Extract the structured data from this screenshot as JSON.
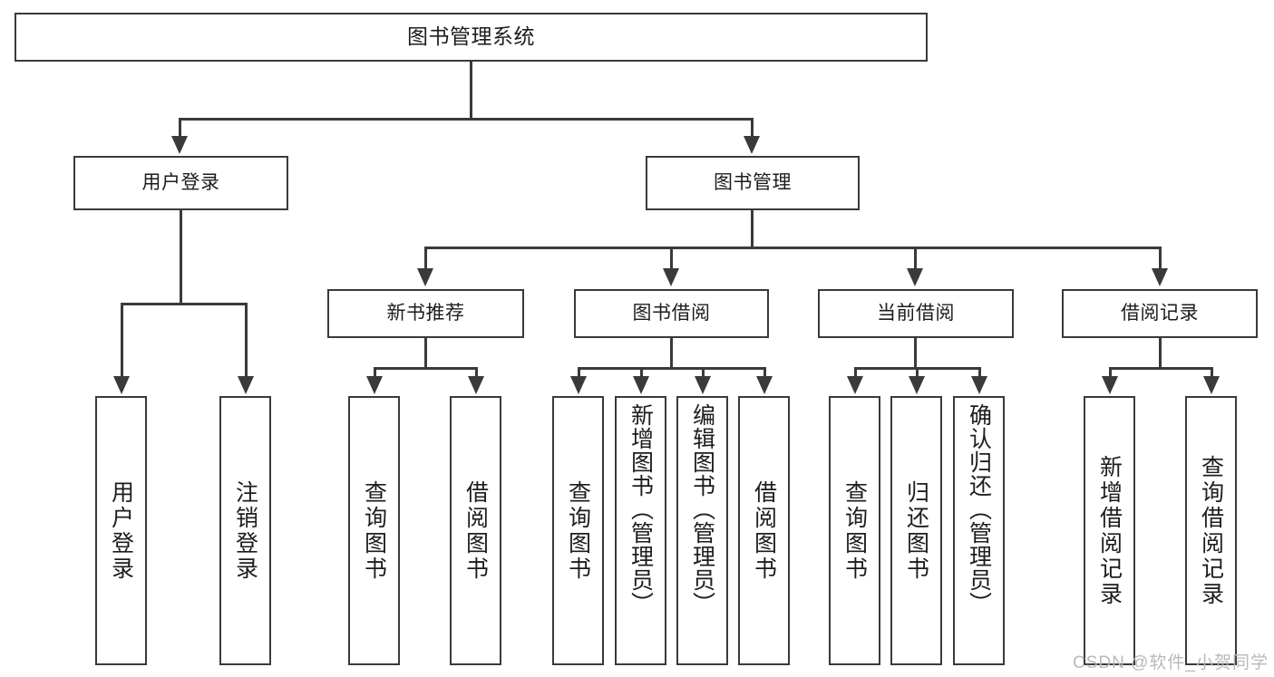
{
  "diagram": {
    "title": "图书管理系统",
    "type": "hierarchy-tree",
    "root": {
      "label": "图书管理系统"
    },
    "level2": [
      {
        "id": "user-login",
        "label": "用户登录"
      },
      {
        "id": "book-manage",
        "label": "图书管理"
      }
    ],
    "level3": [
      {
        "id": "new-book",
        "label": "新书推荐"
      },
      {
        "id": "borrow",
        "label": "图书借阅"
      },
      {
        "id": "current",
        "label": "当前借阅"
      },
      {
        "id": "history",
        "label": "借阅记录"
      }
    ],
    "leaves": [
      {
        "id": "leaf-user-login",
        "label": "用户登录",
        "parent": "user-login"
      },
      {
        "id": "leaf-logout",
        "label": "注销登录",
        "parent": "user-login"
      },
      {
        "id": "leaf-query-book-1",
        "label": "查询图书",
        "parent": "new-book"
      },
      {
        "id": "leaf-borrow-book-1",
        "label": "借阅图书",
        "parent": "new-book"
      },
      {
        "id": "leaf-query-book-2",
        "label": "查询图书",
        "parent": "borrow"
      },
      {
        "id": "leaf-add-book",
        "label": "新增图书（管理员）",
        "parent": "borrow"
      },
      {
        "id": "leaf-edit-book",
        "label": "编辑图书（管理员）",
        "parent": "borrow"
      },
      {
        "id": "leaf-borrow-book-2",
        "label": "借阅图书",
        "parent": "borrow"
      },
      {
        "id": "leaf-query-book-3",
        "label": "查询图书",
        "parent": "current"
      },
      {
        "id": "leaf-return-book",
        "label": "归还图书",
        "parent": "current"
      },
      {
        "id": "leaf-confirm-return",
        "label": "确认归还（管理员）",
        "parent": "current"
      },
      {
        "id": "leaf-add-record",
        "label": "新增借阅记录",
        "parent": "history"
      },
      {
        "id": "leaf-query-record",
        "label": "查询借阅记录",
        "parent": "history"
      }
    ]
  },
  "watermark": {
    "text": "CSDN @软件_小贺同学"
  },
  "colors": {
    "stroke": "#3a3a3a",
    "text": "#1d1d1d",
    "background": "#ffffff",
    "watermark": "#b9b9b9"
  }
}
